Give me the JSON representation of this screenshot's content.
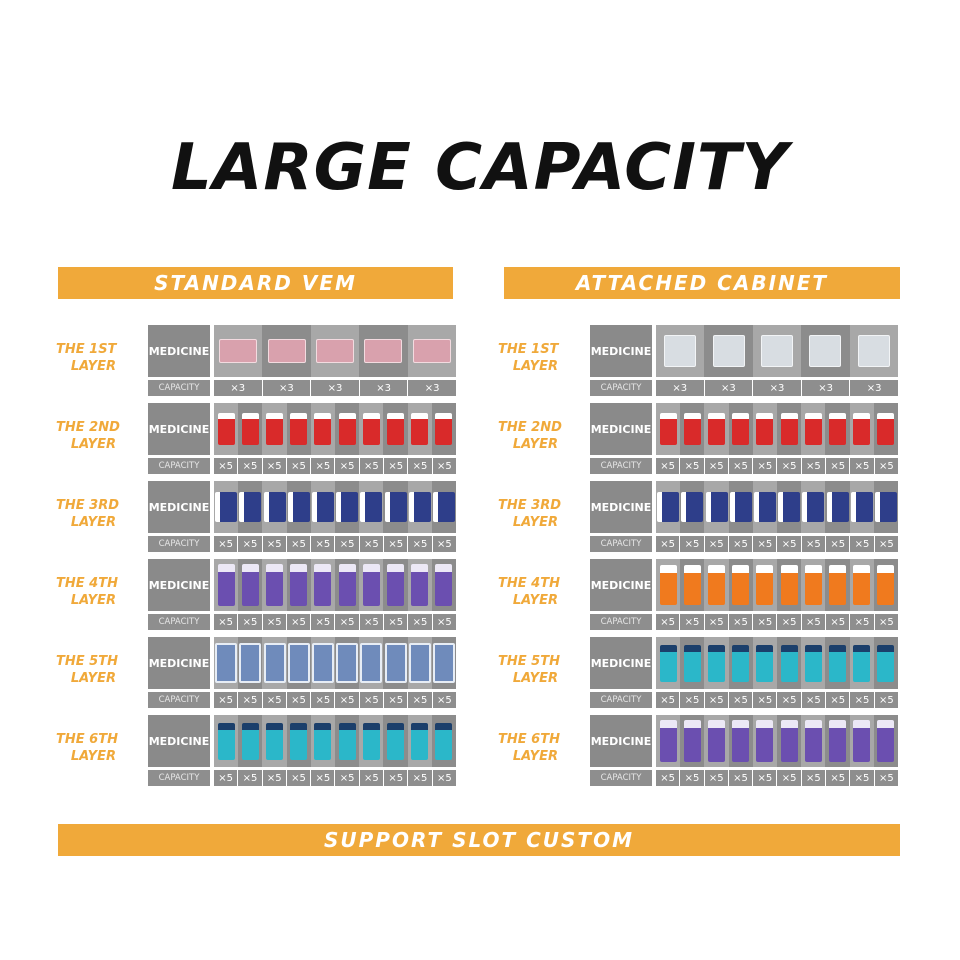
{
  "title": "LARGE CAPACITY",
  "footer": "SUPPORT SLOT CUSTOM",
  "panels": [
    {
      "heading": "STANDARD VEM",
      "layers": [
        {
          "label_top": "THE 1ST",
          "label_bottom": "LAYER",
          "medicine": "MEDICINE",
          "capacity_label": "CAPACITY",
          "pack_icon": "pink-mask-pack-icon",
          "slots": 5,
          "capacity_values": [
            "×3",
            "×3",
            "×3",
            "×3",
            "×3"
          ]
        },
        {
          "label_top": "THE 2ND",
          "label_bottom": "LAYER",
          "medicine": "MEDICINE",
          "capacity_label": "CAPACITY",
          "pack_icon": "red-medicine-box-icon",
          "slots": 10,
          "capacity_values": [
            "×5",
            "×5",
            "×5",
            "×5",
            "×5",
            "×5",
            "×5",
            "×5",
            "×5",
            "×5"
          ]
        },
        {
          "label_top": "THE 3RD",
          "label_bottom": "LAYER",
          "medicine": "MEDICINE",
          "capacity_label": "CAPACITY",
          "pack_icon": "blue-medicine-box-icon",
          "slots": 10,
          "capacity_values": [
            "×5",
            "×5",
            "×5",
            "×5",
            "×5",
            "×5",
            "×5",
            "×5",
            "×5",
            "×5"
          ]
        },
        {
          "label_top": "THE 4TH",
          "label_bottom": "LAYER",
          "medicine": "MEDICINE",
          "capacity_label": "CAPACITY",
          "pack_icon": "purple-medicine-box-icon",
          "slots": 10,
          "capacity_values": [
            "×5",
            "×5",
            "×5",
            "×5",
            "×5",
            "×5",
            "×5",
            "×5",
            "×5",
            "×5"
          ]
        },
        {
          "label_top": "THE 5TH",
          "label_bottom": "LAYER",
          "medicine": "MEDICINE",
          "capacity_label": "CAPACITY",
          "pack_icon": "bandage-pack-icon",
          "slots": 10,
          "capacity_values": [
            "×5",
            "×5",
            "×5",
            "×5",
            "×5",
            "×5",
            "×5",
            "×5",
            "×5",
            "×5"
          ]
        },
        {
          "label_top": "THE 6TH",
          "label_bottom": "LAYER",
          "medicine": "MEDICINE",
          "capacity_label": "CAPACITY",
          "pack_icon": "teal-medicine-box-icon",
          "slots": 10,
          "capacity_values": [
            "×5",
            "×5",
            "×5",
            "×5",
            "×5",
            "×5",
            "×5",
            "×5",
            "×5",
            "×5"
          ]
        }
      ]
    },
    {
      "heading": "ATTACHED CABINET",
      "layers": [
        {
          "label_top": "THE 1ST",
          "label_bottom": "LAYER",
          "medicine": "MEDICINE",
          "capacity_label": "CAPACITY",
          "pack_icon": "white-mask-pack-icon",
          "slots": 5,
          "capacity_values": [
            "×3",
            "×3",
            "×3",
            "×3",
            "×3"
          ]
        },
        {
          "label_top": "THE 2ND",
          "label_bottom": "LAYER",
          "medicine": "MEDICINE",
          "capacity_label": "CAPACITY",
          "pack_icon": "red-medicine-box-icon",
          "slots": 10,
          "capacity_values": [
            "×5",
            "×5",
            "×5",
            "×5",
            "×5",
            "×5",
            "×5",
            "×5",
            "×5",
            "×5"
          ]
        },
        {
          "label_top": "THE 3RD",
          "label_bottom": "LAYER",
          "medicine": "MEDICINE",
          "capacity_label": "CAPACITY",
          "pack_icon": "blue-medicine-box-icon",
          "slots": 10,
          "capacity_values": [
            "×5",
            "×5",
            "×5",
            "×5",
            "×5",
            "×5",
            "×5",
            "×5",
            "×5",
            "×5"
          ]
        },
        {
          "label_top": "THE 4TH",
          "label_bottom": "LAYER",
          "medicine": "MEDICINE",
          "capacity_label": "CAPACITY",
          "pack_icon": "orange-medicine-box-icon",
          "slots": 10,
          "capacity_values": [
            "×5",
            "×5",
            "×5",
            "×5",
            "×5",
            "×5",
            "×5",
            "×5",
            "×5",
            "×5"
          ]
        },
        {
          "label_top": "THE 5TH",
          "label_bottom": "LAYER",
          "medicine": "MEDICINE",
          "capacity_label": "CAPACITY",
          "pack_icon": "teal-medicine-box-icon",
          "slots": 10,
          "capacity_values": [
            "×5",
            "×5",
            "×5",
            "×5",
            "×5",
            "×5",
            "×5",
            "×5",
            "×5",
            "×5"
          ]
        },
        {
          "label_top": "THE 6TH",
          "label_bottom": "LAYER",
          "medicine": "MEDICINE",
          "capacity_label": "CAPACITY",
          "pack_icon": "purple-medicine-box-icon",
          "slots": 10,
          "capacity_values": [
            "×5",
            "×5",
            "×5",
            "×5",
            "×5",
            "×5",
            "×5",
            "×5",
            "×5",
            "×5"
          ]
        }
      ]
    }
  ],
  "colors": {
    "accent": "#f0a93a",
    "slot_gray": "#8a8a8a"
  }
}
